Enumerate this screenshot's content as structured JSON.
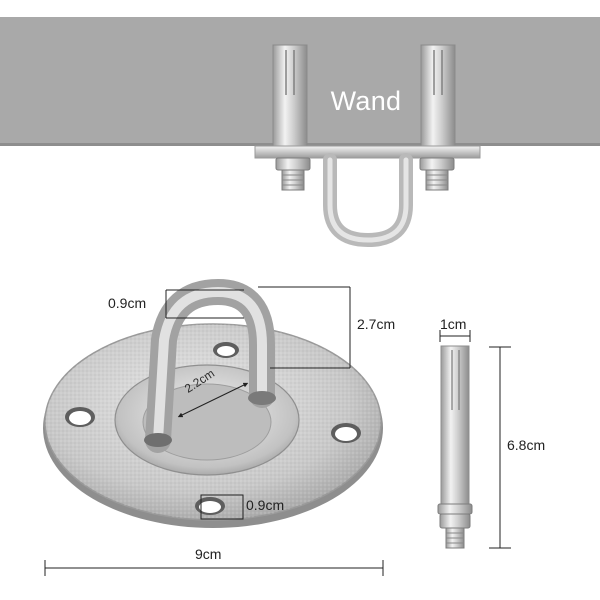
{
  "wall_label": "Wand",
  "dimensions": {
    "u_bolt_width": "0.9cm",
    "u_bolt_height": "2.7cm",
    "u_bolt_inner_gap": "2.2cm",
    "mounting_hole": "0.9cm",
    "plate_diameter": "9cm",
    "anchor_width": "1cm",
    "anchor_length": "6.8cm"
  },
  "colors": {
    "wall": "#a9a9a9",
    "steel_light": "#eeeeee",
    "steel_mid": "#c4c4c4",
    "steel_dark": "#8a8a8a",
    "dimension_line": "#222222"
  }
}
